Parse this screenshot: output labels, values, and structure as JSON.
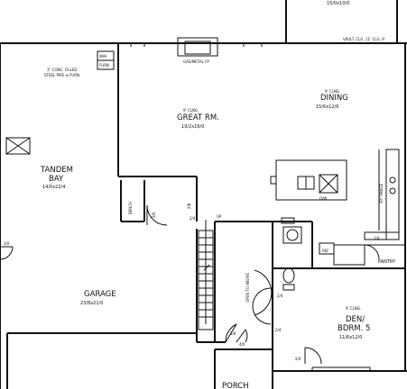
{
  "labels": {
    "top_right_dims": "15/0x10/0",
    "vault_note": "VAULT. CLG. 11' CLG. 9'",
    "fireplace": "GAS/METAL FP",
    "steel_pipe_note_1": "3\" CONC. FILLED",
    "steel_pipe_note_2": "STEEL PIPE ⊕ FURN.",
    "wh_label": "W/H\nFURN",
    "garage_door": "3/0",
    "bench": "BENCH",
    "up": "UP",
    "rail_dims": "3/0",
    "door_28": "2/8",
    "open_to_above": "OPEN TO ABOVE",
    "ref": "REF",
    "pantry": "PANTRY",
    "dw": "D/W",
    "oven": "30\" RANGE",
    "door_24a": "2/4",
    "door_24b": "2/4",
    "door_24c": "2/4",
    "door_24d": "2/4",
    "door_24e": "2/4",
    "door_16": "1/6",
    "door_40": "4/0"
  },
  "rooms": {
    "great_room": {
      "ceiling": "9' CLNG.",
      "name": "GREAT RM.",
      "dims": "19/2x16/0"
    },
    "dining": {
      "ceiling": "9' CLNG.",
      "name": "DINING",
      "dims": "15/6x12/6"
    },
    "tandem_bay": {
      "name_1": "TANDEM",
      "name_2": "BAY",
      "dims": "14/0x22/4"
    },
    "garage": {
      "name": "GARAGE",
      "dims": "23/8x21/0"
    },
    "den": {
      "ceiling": "9' CLNG.",
      "name_1": "DEN/",
      "name_2": "BDRM. 5",
      "dims": "11/6x12/0"
    },
    "porch": {
      "name": "PORCH"
    }
  }
}
